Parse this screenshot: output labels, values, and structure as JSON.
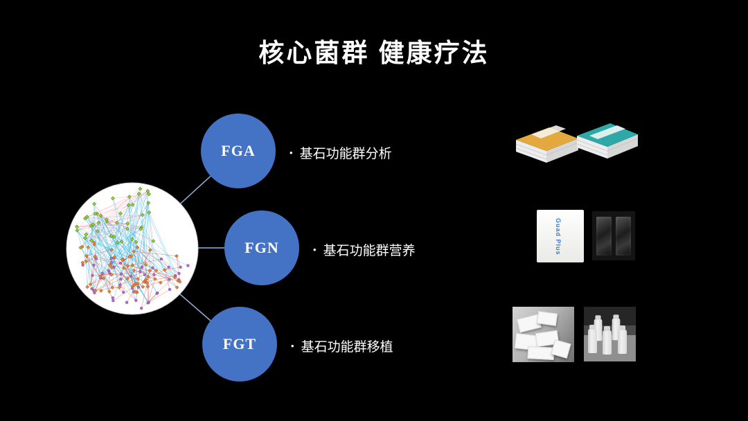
{
  "title": "核心菌群 健康疗法",
  "bullet": "•",
  "accent_color": "#4472C4",
  "nodes": [
    {
      "abbr": "FGA",
      "label": "基石功能群分析"
    },
    {
      "abbr": "FGN",
      "label": "基石功能群营养"
    },
    {
      "abbr": "FGT",
      "label": "基石功能群移植"
    }
  ],
  "products": {
    "sachet_label": "Guad Plus"
  }
}
